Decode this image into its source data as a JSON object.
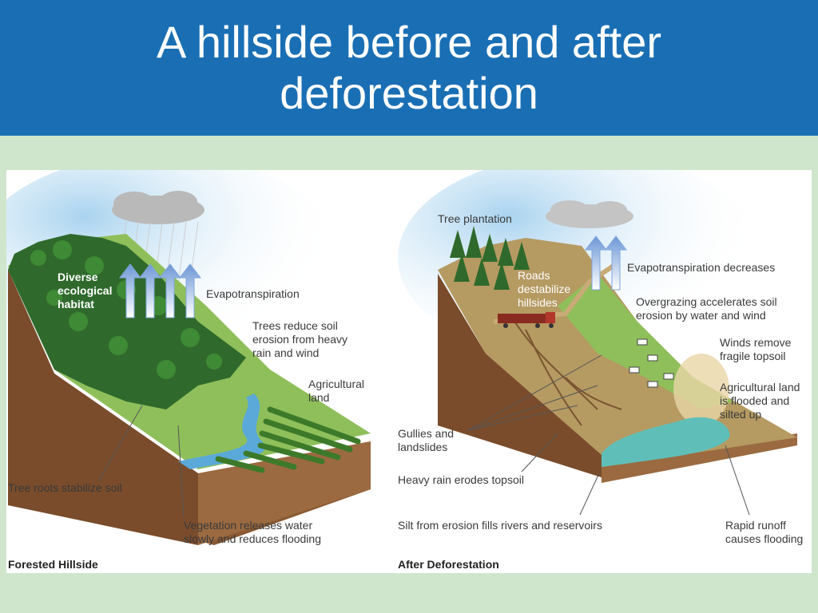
{
  "slide": {
    "title": "A hillside before and after deforestation"
  },
  "forested": {
    "caption": "Forested Hillside",
    "labels": {
      "habitat": "Diverse\necological\nhabitat",
      "evapo": "Evapotranspiration",
      "trees_reduce": "Trees reduce soil\nerosion from heavy\nrain and wind",
      "agri": "Agricultural\nland",
      "roots": "Tree roots stabilize soil",
      "vegetation": "Vegetation releases water\nslowly and reduces flooding"
    }
  },
  "deforested": {
    "caption": "After Deforestation",
    "labels": {
      "plantation": "Tree plantation",
      "evapo_dec": "Evapotranspiration decreases",
      "roads": "Roads\ndestabilize\nhillsides",
      "overgrazing": "Overgrazing accelerates soil\nerosion by water and wind",
      "winds": "Winds remove\nfragile topsoil",
      "agri_flood": "Agricultural land\nis flooded and\nsilted up",
      "gullies": "Gullies and\nlandslides",
      "heavy_rain": "Heavy rain erodes topsoil",
      "silt": "Silt from erosion fills rivers and reservoirs",
      "runoff": "Rapid runoff\ncauses flooding"
    }
  },
  "colors": {
    "title_bar": "#1a6fb4",
    "slide_bg": "#cfe6cd",
    "soil": "#8a5a34",
    "grass": "#8fbf5a",
    "forest": "#2f6a2c",
    "water": "#5aa9d8",
    "arrow": "#7fa6dc"
  }
}
